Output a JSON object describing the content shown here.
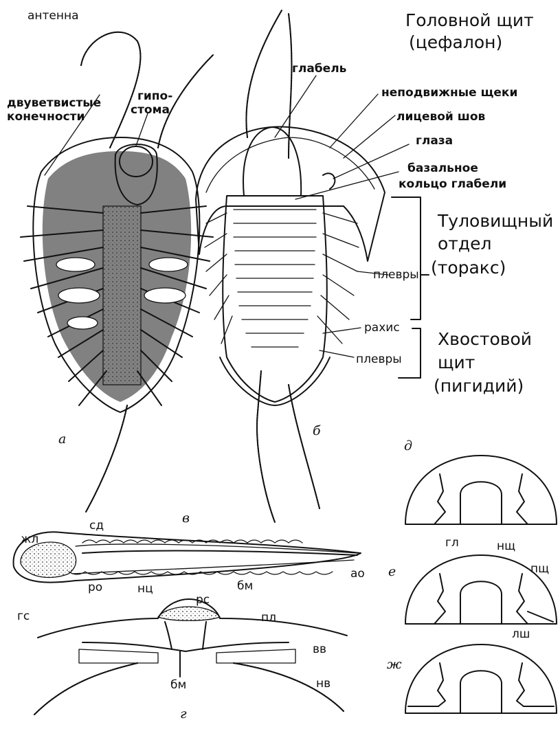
{
  "figure": {
    "headings": {
      "cephalon": [
        "Головной щит",
        "(цефалон)"
      ],
      "thorax": [
        "Туловищный",
        "отдел",
        "(торакс)"
      ],
      "pygidium": [
        "Хвостовой",
        "щит",
        "(пигидий)"
      ]
    },
    "labels": {
      "antenna": "антенна",
      "biramous_1": "двуветвистые",
      "biramous_2": "конечности",
      "hypostome_1": "гипо-",
      "hypostome_2": "стома",
      "glabella": "глабель",
      "fixed_cheeks": "неподвижные щеки",
      "facial_suture": "лицевой шов",
      "eyes": "глаза",
      "basal_ring_1": "базальное",
      "basal_ring_2": "кольцо глабели",
      "pleura_upper": "плевры",
      "rachis": "рахис",
      "pleura_lower": "плевры"
    },
    "section_labels": {
      "zhl": "жл",
      "sd": "сд",
      "ro": "ро",
      "nts": "нц",
      "bm": "бм",
      "ao": "ао",
      "gs": "гс",
      "rs": "рс",
      "pl": "пл",
      "vv": "вв",
      "bm2": "бм",
      "nv": "нв"
    },
    "head_labels": {
      "gl": "гл",
      "nshch": "нщ",
      "pshch": "пщ",
      "lsh": "лш"
    },
    "panel_letters": {
      "a": "а",
      "b": "б",
      "v": "в",
      "g": "г",
      "d": "д",
      "e": "е",
      "zh": "ж"
    }
  }
}
